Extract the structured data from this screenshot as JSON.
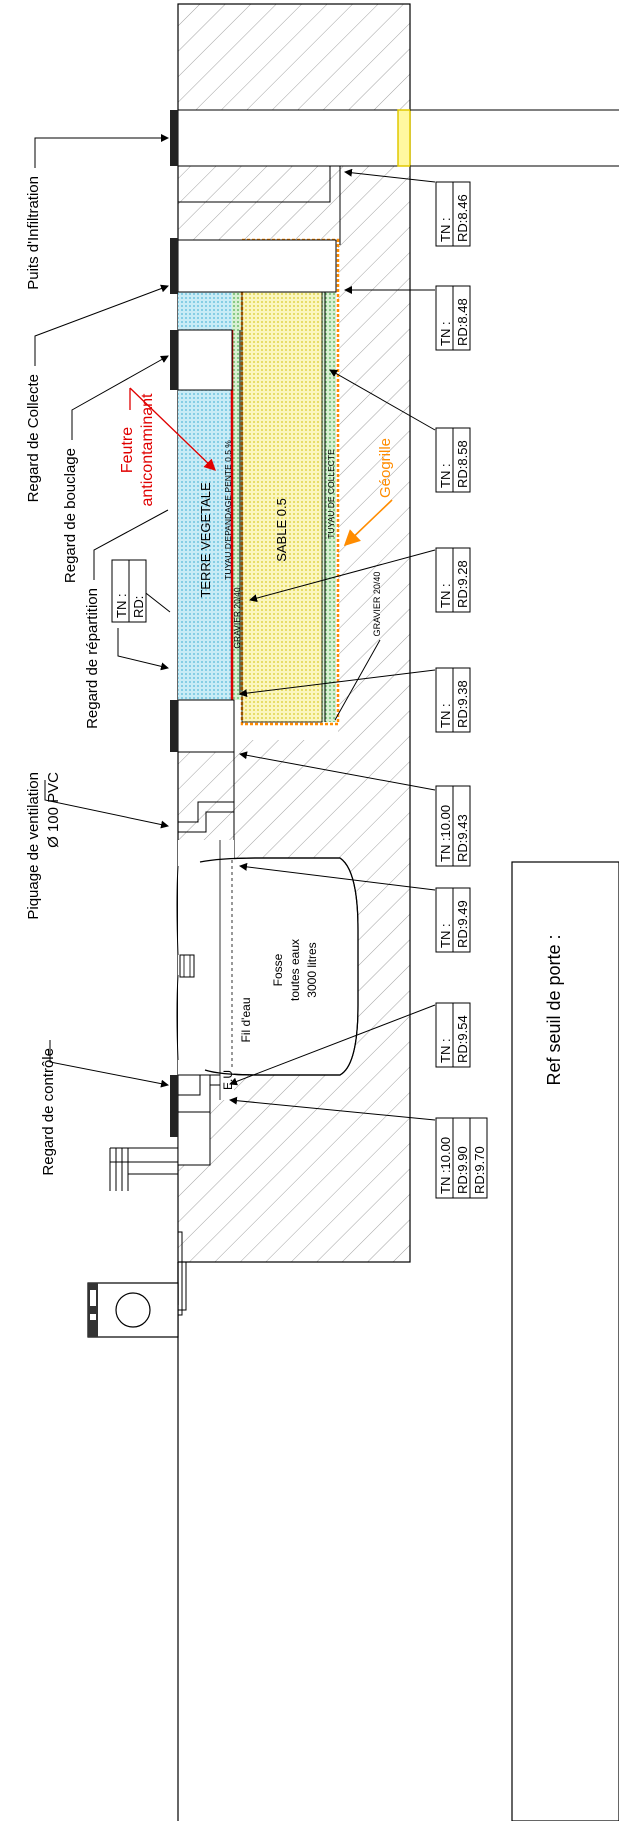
{
  "labels": {
    "puits": "Puits d'Infiltration",
    "regard_collecte": "Regard de Collecte",
    "regard_bouclage": "Regard de bouclage",
    "regard_repartition": "Regard de répartition",
    "piquage_line1": "Piquage de ventilation",
    "piquage_line2": "Ø 100 PVC",
    "regard_controle": "Regard de contrôle",
    "feutre_line1": "Feutre",
    "feutre_line2": "anticontaminant",
    "geogrille": "Géogrille",
    "terre_vegetale": "TERRE VEGETALE",
    "tuyau_epandage": "TUYAU D'EPANDAGE PENTE 0.5 %",
    "gravier_top": "GRAVIER 20/40",
    "sable": "SABLE 0.5",
    "tuyau_collecte": "TUYAU DE COLLECTE",
    "gravier_bottom": "GRAVIER 20/40",
    "fosse_line1": "Fosse",
    "fosse_line2": "toutes eaux",
    "fosse_line3": "3000 litres",
    "fil_eau": "Fil d'eau",
    "eu": "E.U",
    "ref_seuil": "Ref seuil de porte :"
  },
  "levels": {
    "tnrd": [
      "TN :",
      "RD:"
    ],
    "l846": [
      "TN :",
      "RD:8.46"
    ],
    "l848": [
      "TN :",
      "RD:8.48"
    ],
    "l858": [
      "TN :",
      "RD:8.58"
    ],
    "l928": [
      "TN :",
      "RD:9.28"
    ],
    "l938": [
      "TN :",
      "RD:9.38"
    ],
    "l943": [
      "TN :10.00",
      "RD:9.43"
    ],
    "l949": [
      "TN :",
      "RD:9.49"
    ],
    "l954": [
      "TN :",
      "RD:9.54"
    ],
    "l990": [
      "TN :10.00",
      "RD:9.90",
      "RD:9.70"
    ]
  },
  "colors": {
    "outline": "#000000",
    "hatch": "#777777",
    "feutre": "#e00000",
    "geogrille": "#ff8c00",
    "terre": "#9ad6ec",
    "sable": "#f2ec8a",
    "gravier": "#8fd08f",
    "puits_slot": "#f5e200"
  }
}
